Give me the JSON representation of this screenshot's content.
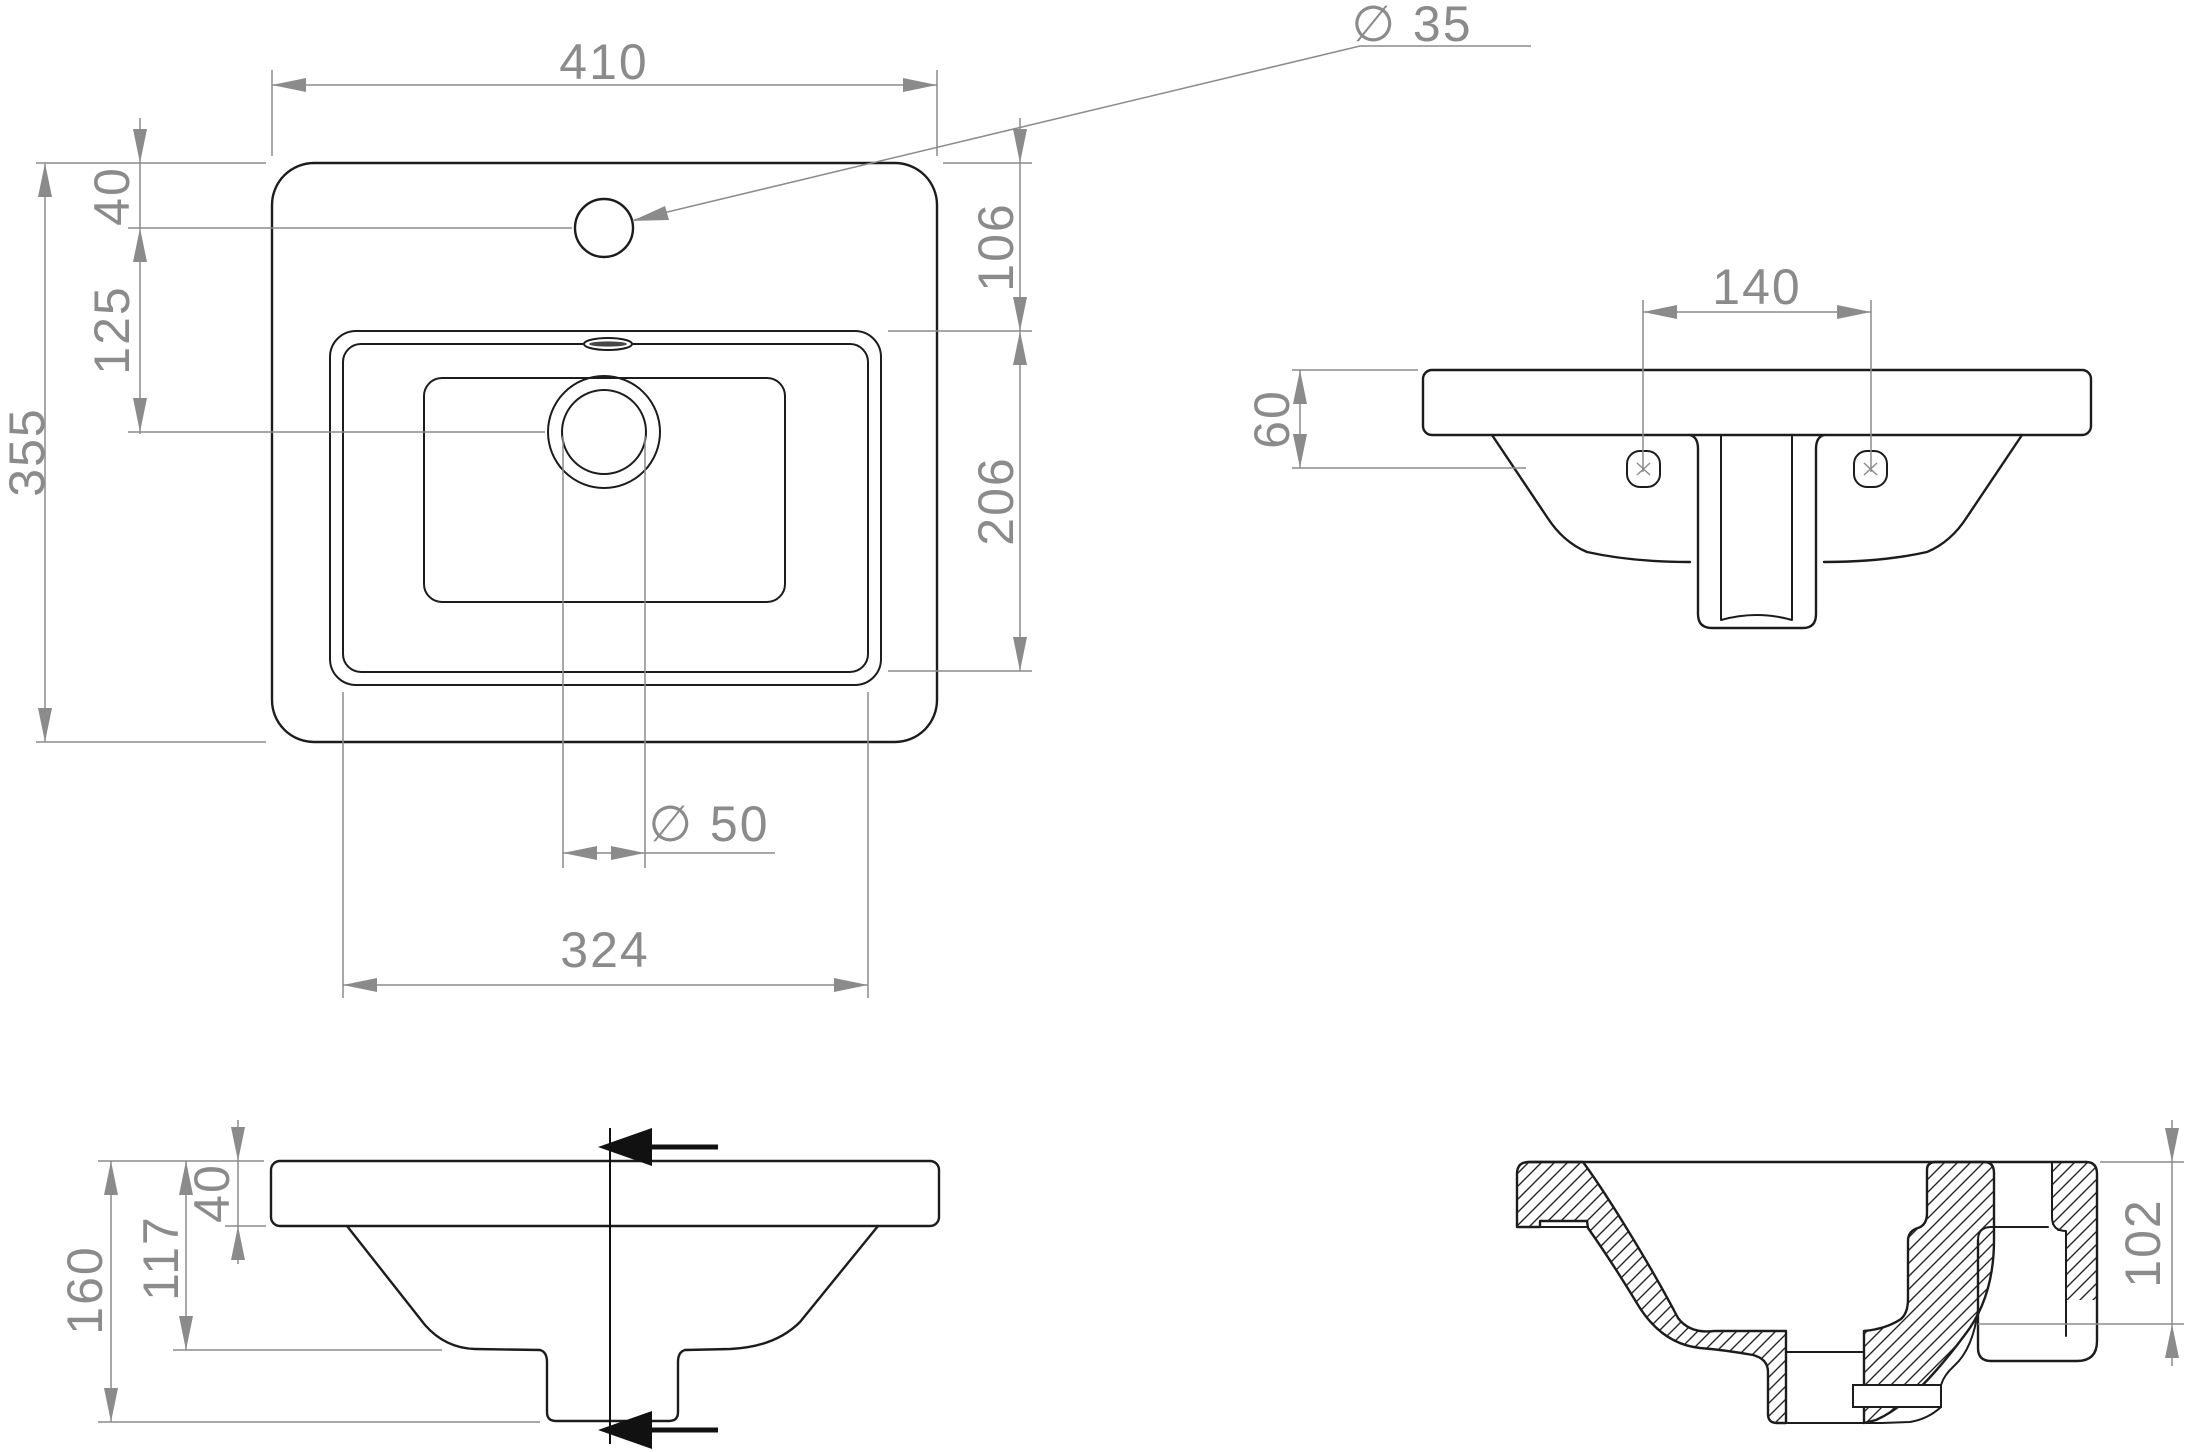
{
  "colors": {
    "outline": "#1c1c1c",
    "dimension": "#8b8b8b",
    "background": "#ffffff"
  },
  "views": {
    "plan": {
      "dims": {
        "overall_width": "410",
        "rim_to_faucet": "40",
        "faucet_to_drain": "125",
        "overall_depth": "355",
        "faucet_hole_dia": "∅ 35",
        "rim_to_basin": "106",
        "basin_depth": "206",
        "drain_dia": "∅ 50",
        "basin_width": "324"
      }
    },
    "rear": {
      "dims": {
        "fixing_hole_spacing": "140",
        "rim_to_fixing_holes": "60"
      }
    },
    "front": {
      "dims": {
        "overall_height": "160",
        "rim_to_bowl_bottom": "117",
        "apron_thickness": "40"
      }
    },
    "side_section": {
      "dims": {
        "rim_to_outlet": "102"
      }
    }
  }
}
